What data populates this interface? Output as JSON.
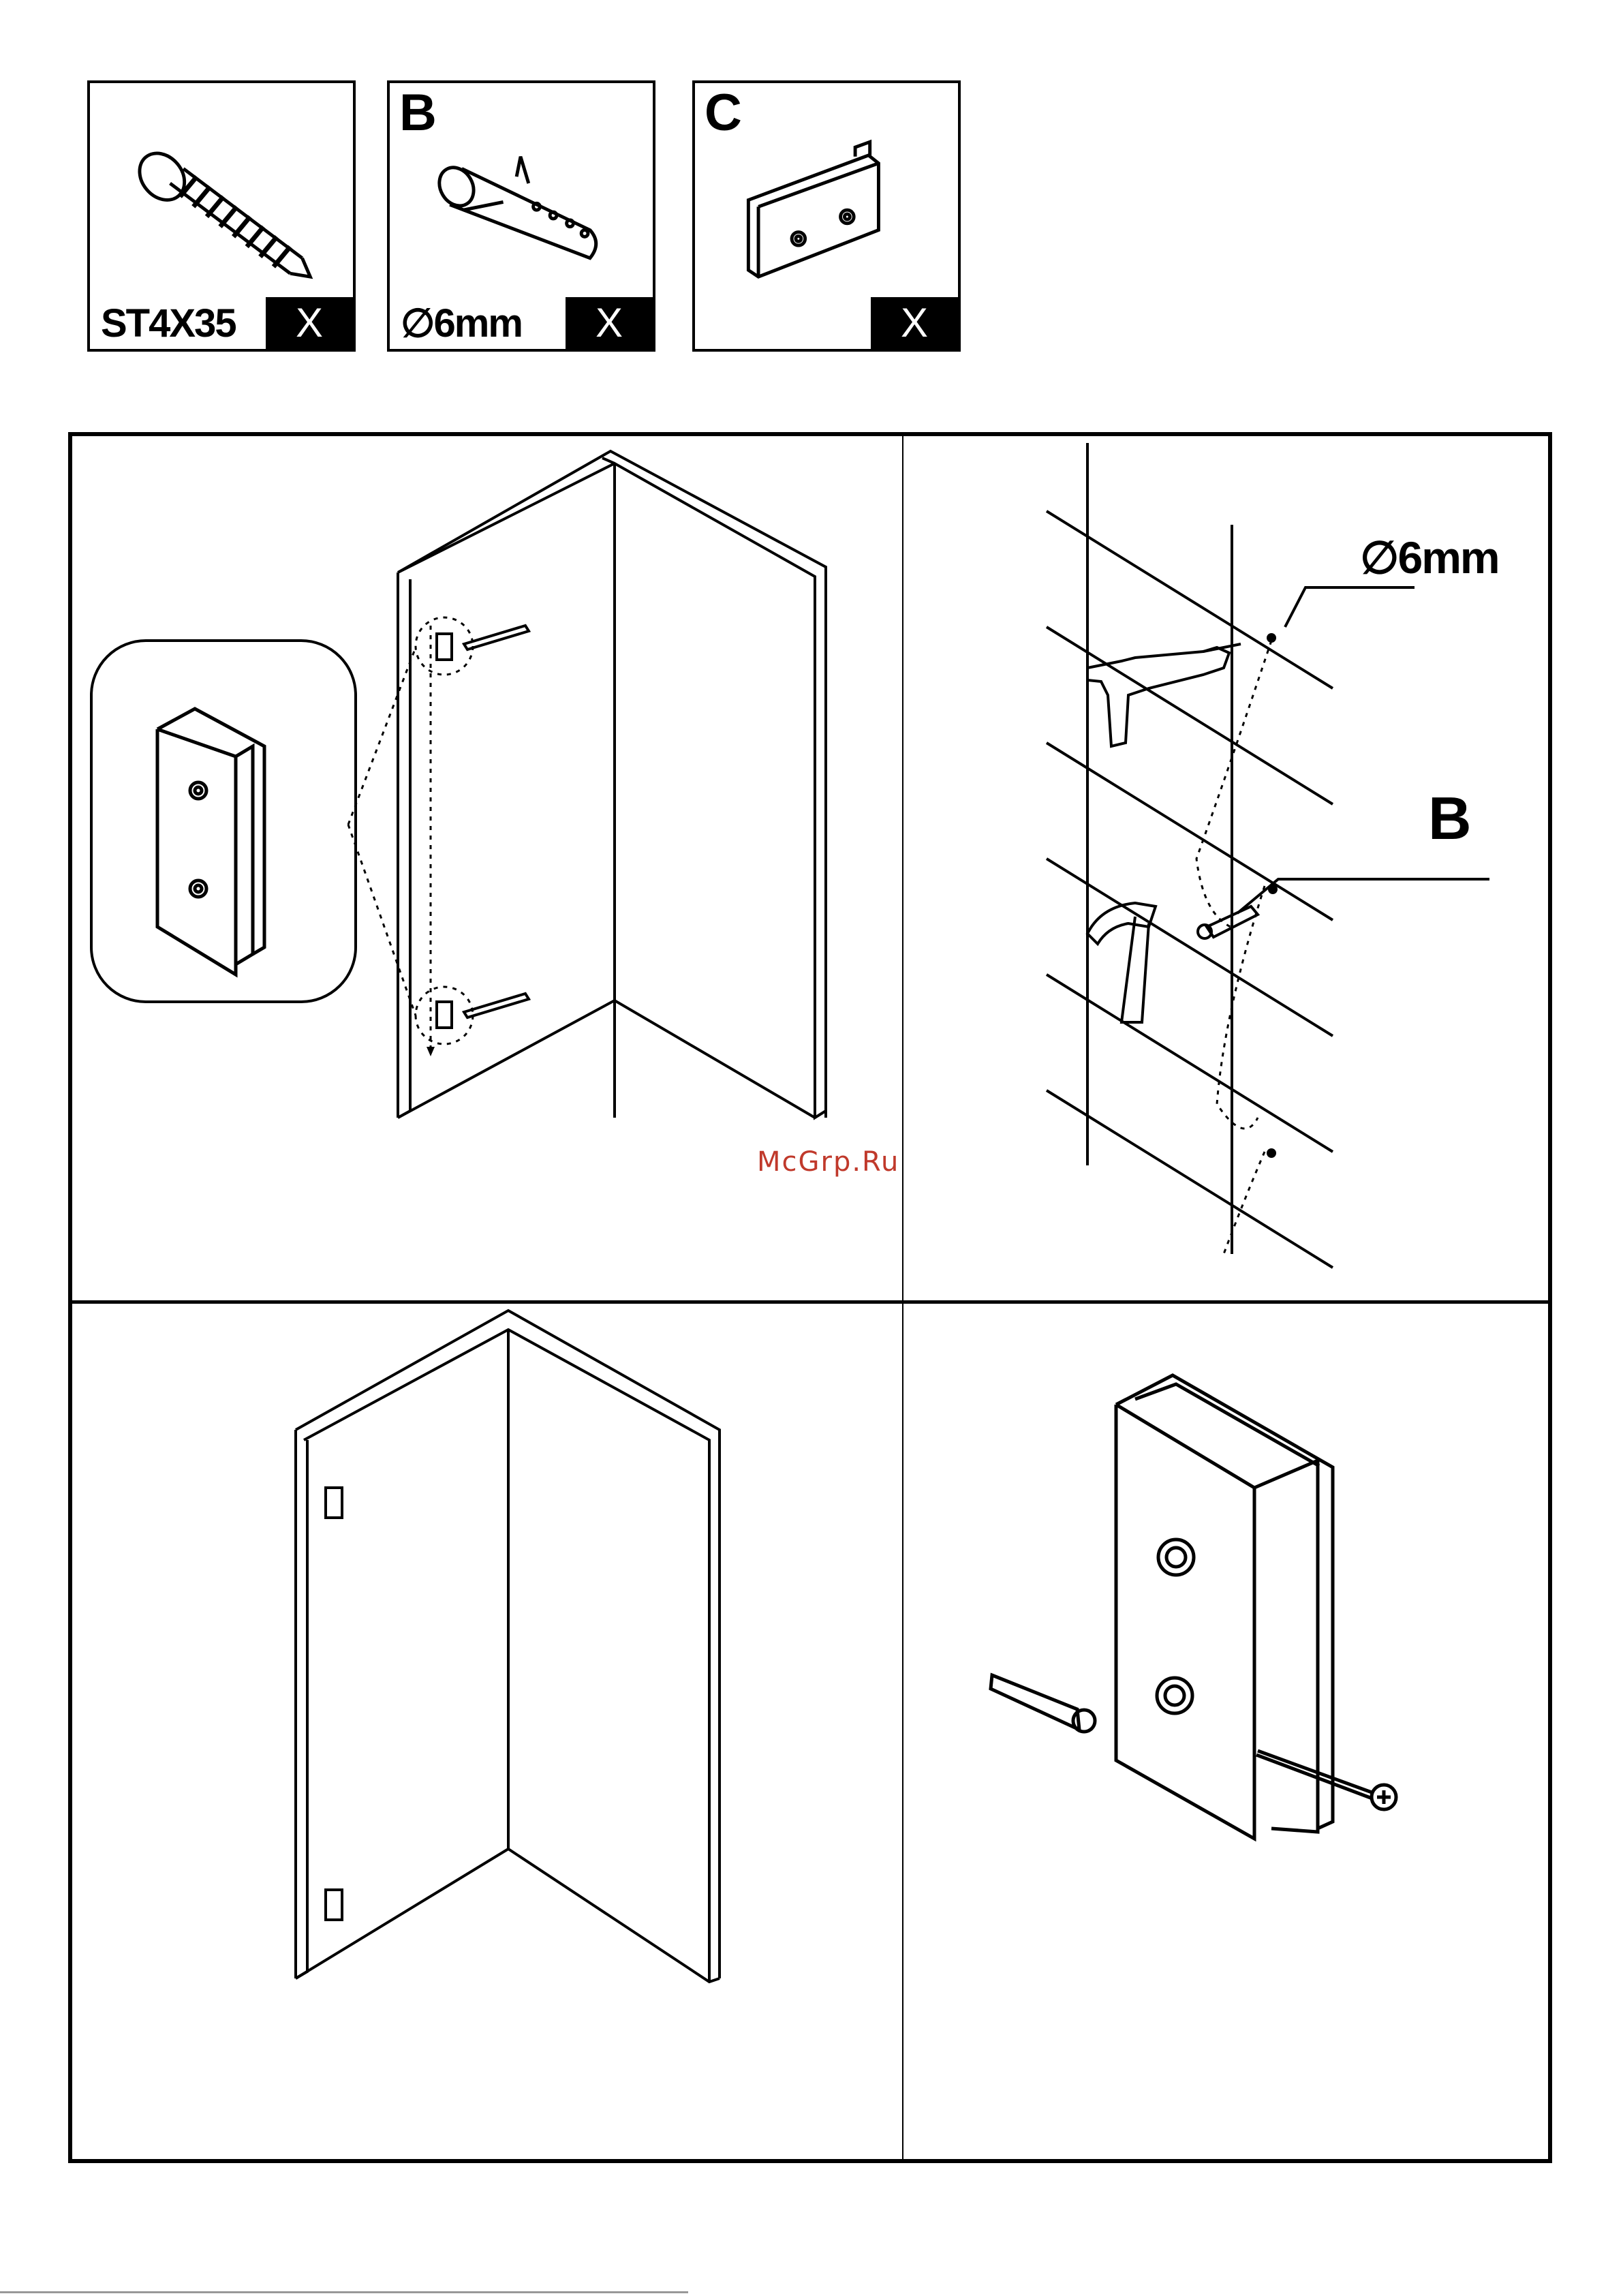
{
  "parts": [
    {
      "id": "A",
      "letter": "",
      "label": "ST4X35",
      "quantity": "X",
      "icon": "screw-icon"
    },
    {
      "id": "B",
      "letter": "B",
      "label": "∅6mm",
      "quantity": "X",
      "icon": "wall-plug-icon"
    },
    {
      "id": "C",
      "letter": "C",
      "label": "",
      "quantity": "X",
      "icon": "glass-clamp-icon"
    }
  ],
  "steps": {
    "drill": {
      "diameter_label": "∅6mm",
      "part_label": "B"
    }
  },
  "watermark": "McGrp.Ru"
}
